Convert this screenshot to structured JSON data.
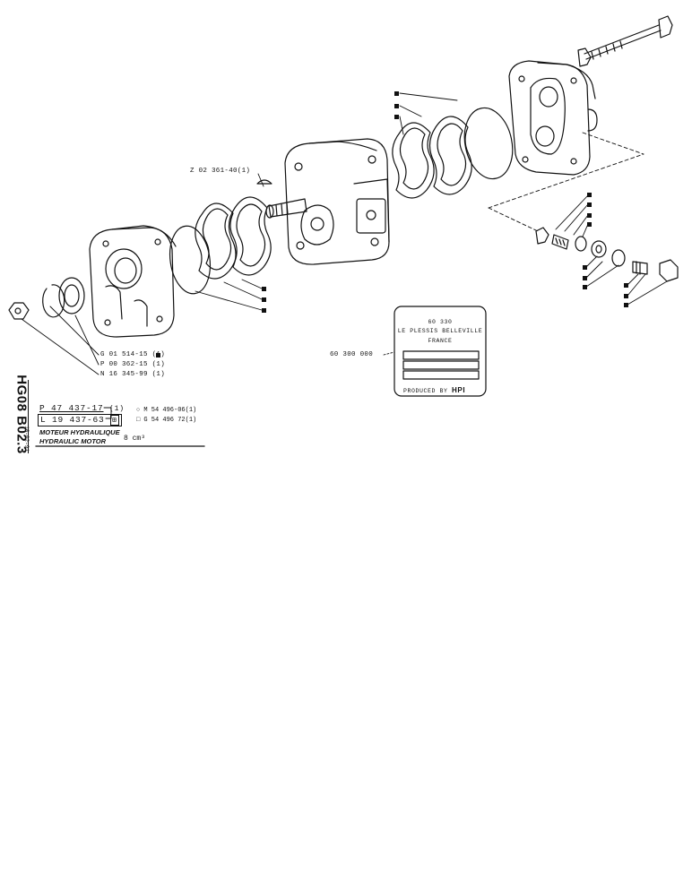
{
  "sheet": {
    "code": "HG08 B02.3",
    "date": "18-02-91",
    "ref_primary": "P 47 437-17",
    "ref_primary_qty": "(1)",
    "ref_secondary": "L 19 437-63",
    "alt_1": "M 54 496-06(1)",
    "alt_2": "G 54 496 72(1)",
    "title_fr": "MOTEUR HYDRAULIQUE",
    "title_en": "HYDRAULIC MOTOR",
    "displacement": "8 cm³"
  },
  "callouts": {
    "key": "Z 02 361-40(1)",
    "circlip": "G 01 514-15 (1)",
    "seal": "P 00 362-15 (1)",
    "nut": "N 16 345-99 (1)",
    "plate_ref": "60 300 000"
  },
  "nameplate": {
    "line1": "60 330",
    "line2": "LE PLESSIS BELLEVILLE",
    "line3": "FRANCE",
    "produced_by": "PRODUCED BY",
    "logo": "HPI"
  },
  "colors": {
    "ink": "#111111",
    "paper": "#ffffff"
  },
  "icons": [
    "filled-square-marker",
    "hollow-circle-marker",
    "hollow-square-marker"
  ]
}
